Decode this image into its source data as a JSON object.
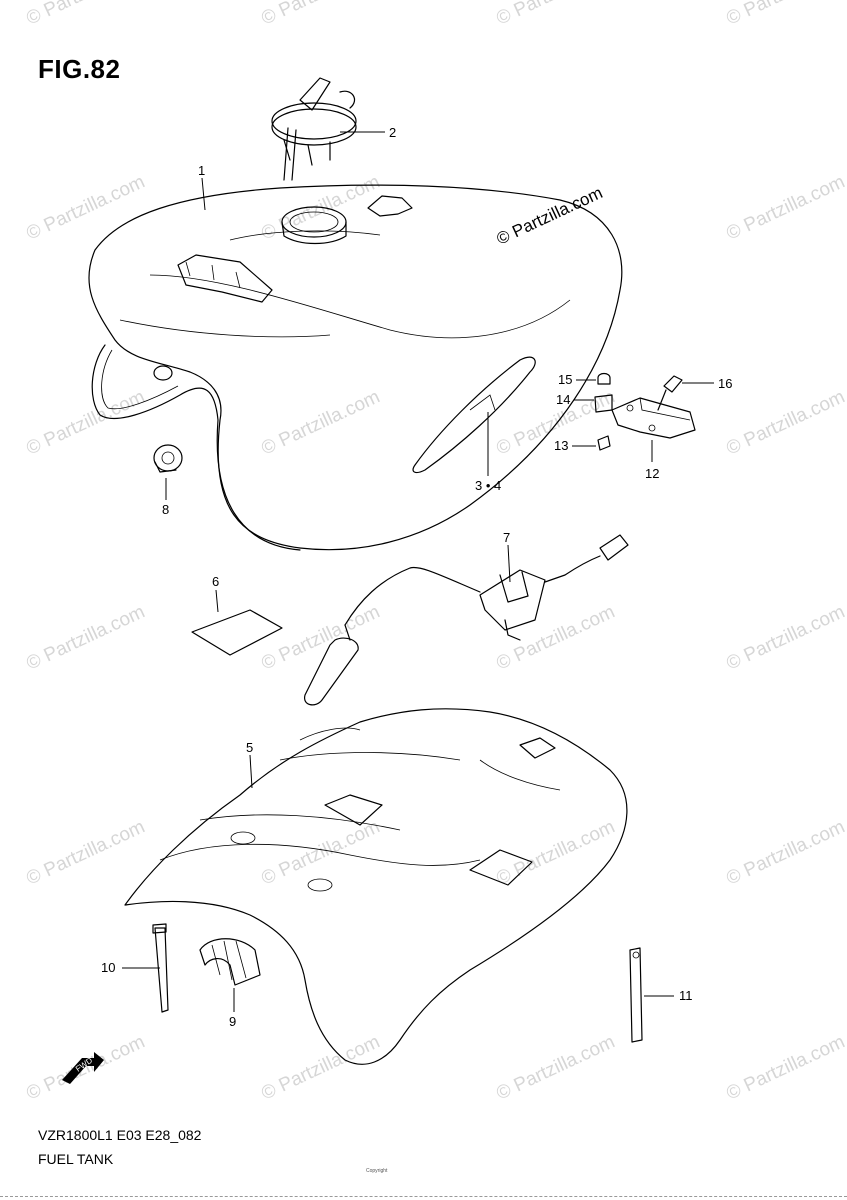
{
  "figure": {
    "title": "FIG.82",
    "model_code": "VZR1800L1 E03 E28_082",
    "section_name": "FUEL TANK",
    "copyright_text": "Copyright",
    "watermark_text": "© Partzilla.com",
    "fwd_label": "FWD"
  },
  "callouts": [
    "1",
    "2",
    "3 • 4",
    "5",
    "6",
    "7",
    "8",
    "9",
    "10",
    "11",
    "12",
    "13",
    "14",
    "15",
    "16"
  ],
  "parts": [
    {
      "ref": "1",
      "name": "fuel-tank"
    },
    {
      "ref": "2",
      "name": "fuel-cap"
    },
    {
      "ref": "3 • 4",
      "name": "tank-emblem"
    },
    {
      "ref": "5",
      "name": "tank-cover"
    },
    {
      "ref": "6",
      "name": "label"
    },
    {
      "ref": "7",
      "name": "fuel-level-gauge"
    },
    {
      "ref": "8",
      "name": "cushion"
    },
    {
      "ref": "9",
      "name": "clamp"
    },
    {
      "ref": "10",
      "name": "cable-tie"
    },
    {
      "ref": "11",
      "name": "strap"
    },
    {
      "ref": "12",
      "name": "bracket"
    },
    {
      "ref": "13",
      "name": "bolt"
    },
    {
      "ref": "14",
      "name": "cushion"
    },
    {
      "ref": "15",
      "name": "nut"
    },
    {
      "ref": "16",
      "name": "bolt"
    }
  ]
}
